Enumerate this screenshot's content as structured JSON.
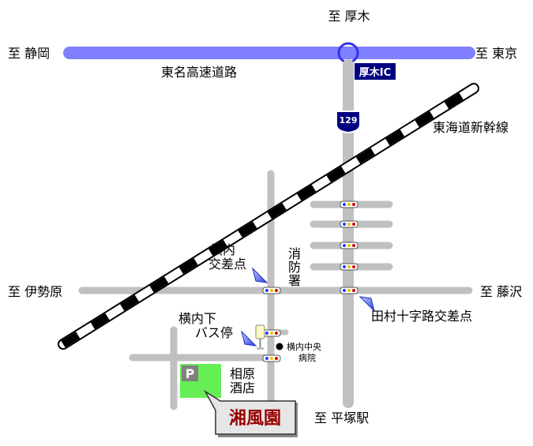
{
  "labels": {
    "north": "至 厚木",
    "west_top": "至 静岡",
    "east_top": "至 東京",
    "expressway": "東名高速道路",
    "atsugi_ic": "厚木IC",
    "route_num": "129",
    "shinkansen": "東海道新幹線",
    "yokouchi_crossing_1": "横内",
    "yokouchi_crossing_2": "交差点",
    "fire_station_1": "消",
    "fire_station_2": "防",
    "fire_station_3": "署",
    "west_mid": "至 伊勢原",
    "east_mid": "至 藤沢",
    "tamura_crossing": "田村十字路交差点",
    "bus_stop_1": "横内下",
    "bus_stop_2": "バス停",
    "hospital_1": "横内中央",
    "hospital_2": "病院",
    "parking": "P",
    "sake_shop_1": "相原",
    "sake_shop_2": "酒店",
    "south": "至 平塚駅",
    "destination": "湘風園"
  },
  "colors": {
    "expressway": "#8080ff",
    "road": "#c0c0c0",
    "route_badge": "#000080",
    "parking_lot": "#66ee55",
    "parking_sign": "#808080",
    "destination_text": "#9a0000",
    "callout_box": "#e6e6e6"
  }
}
